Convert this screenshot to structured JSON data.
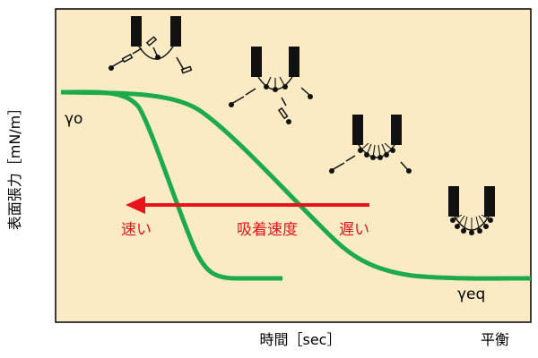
{
  "diagram": {
    "y_axis_label": "表面張力［mN/m］",
    "x_axis_label": "時間［sec］",
    "x_axis_end_label": "平衡",
    "gamma_zero": "γo",
    "gamma_eq": "γeq",
    "arrow_label_center": "吸着速度",
    "arrow_label_left": "速い",
    "arrow_label_right": "遅い"
  },
  "colors": {
    "panel_bg": "#FAEBC4",
    "panel_border": "#000000",
    "curve": "#1DAA4B",
    "arrow": "#E8141B",
    "arrow_text": "#E8141B",
    "probe": "#111111"
  }
}
